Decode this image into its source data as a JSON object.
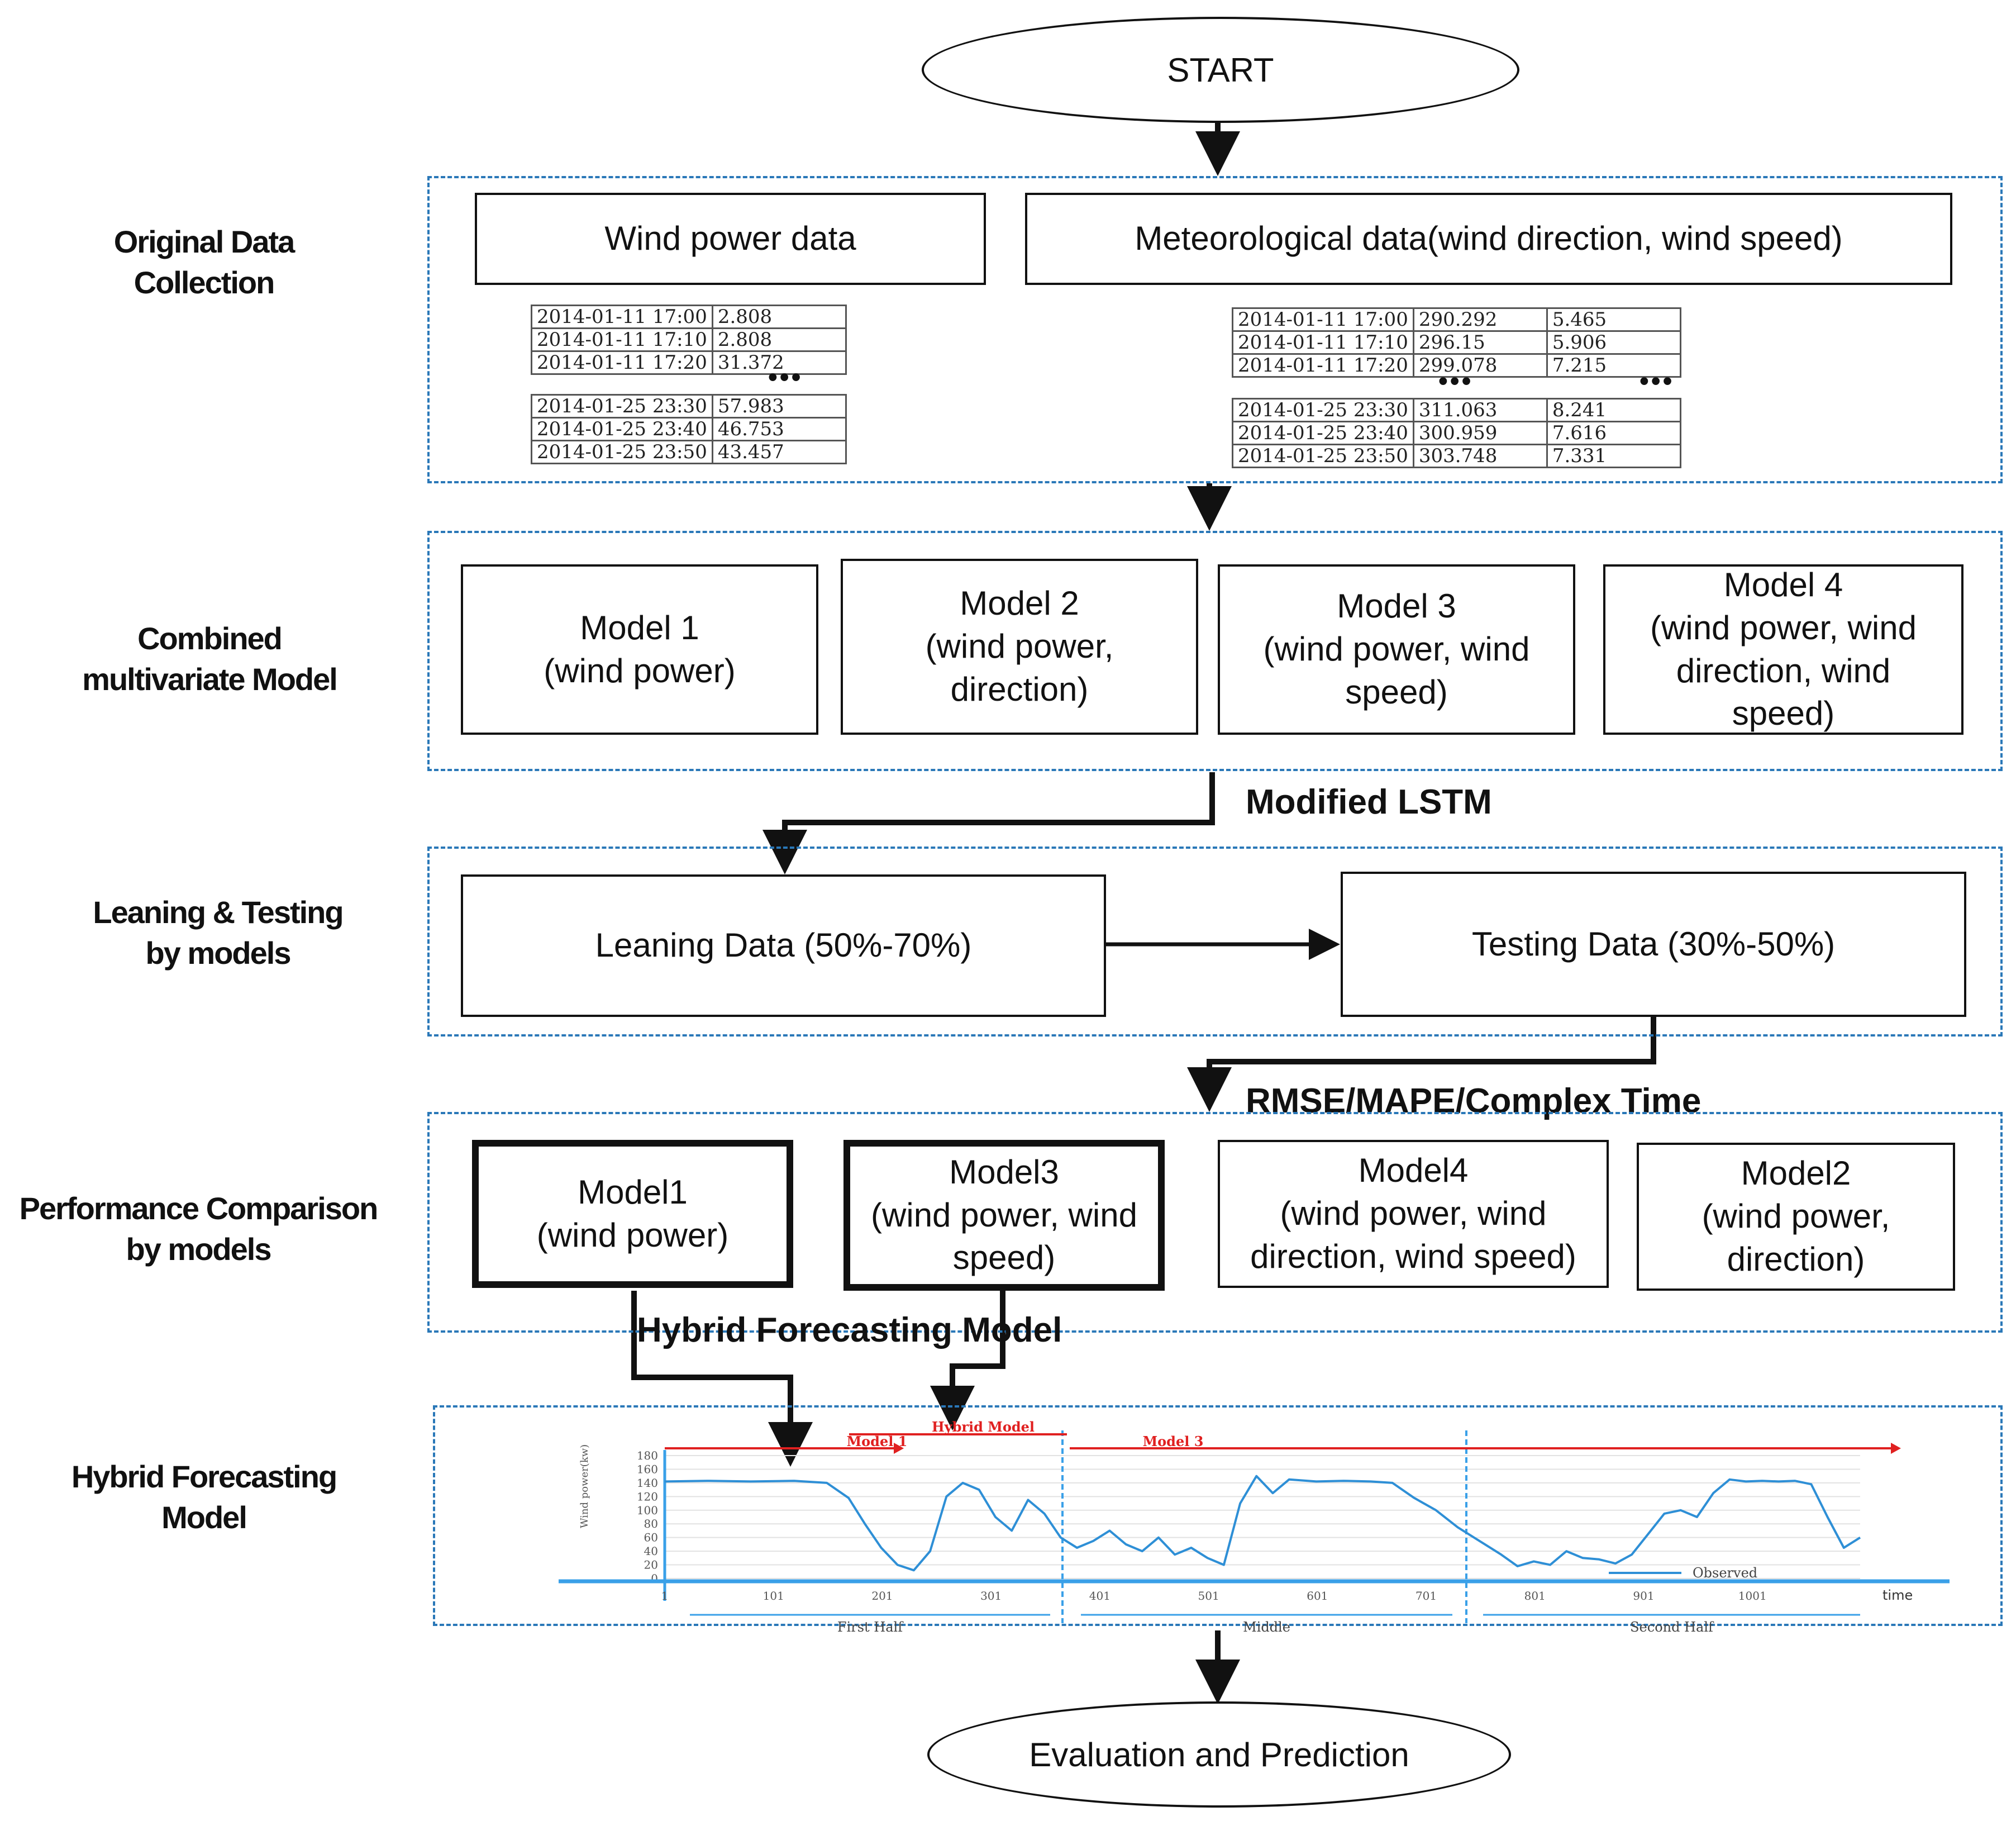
{
  "start": "START",
  "end": "Evaluation and Prediction",
  "stages": {
    "data_collection": "Original Data\nCollection",
    "combined_model": "Combined\nmultivariate Model",
    "learning_testing": "Leaning & Testing\nby models",
    "performance": "Performance Comparison\nby models",
    "hybrid": "Hybrid Forecasting\nModel"
  },
  "data_collection": {
    "wind_power_title": "Wind power data",
    "meteo_title": "Meteorological data(wind direction, wind speed)",
    "wind_power_rows_top": [
      [
        "2014-01-11 17:00",
        "2.808"
      ],
      [
        "2014-01-11 17:10",
        "2.808"
      ],
      [
        "2014-01-11 17:20",
        "31.372"
      ]
    ],
    "wind_power_rows_bottom": [
      [
        "2014-01-25 23:30",
        "57.983"
      ],
      [
        "2014-01-25 23:40",
        "46.753"
      ],
      [
        "2014-01-25 23:50",
        "43.457"
      ]
    ],
    "meteo_rows_top": [
      [
        "2014-01-11 17:00",
        "290.292",
        "5.465"
      ],
      [
        "2014-01-11 17:10",
        "296.15",
        "5.906"
      ],
      [
        "2014-01-11 17:20",
        "299.078",
        "7.215"
      ]
    ],
    "meteo_rows_bottom": [
      [
        "2014-01-25 23:30",
        "311.063",
        "8.241"
      ],
      [
        "2014-01-25 23:40",
        "300.959",
        "7.616"
      ],
      [
        "2014-01-25 23:50",
        "303.748",
        "7.331"
      ]
    ],
    "ellipsis": "•••"
  },
  "models": {
    "m1": "Model 1\n(wind power)",
    "m2": "Model 2\n(wind power,\ndirection)",
    "m3": "Model 3\n(wind power, wind\nspeed)",
    "m4": "Model 4\n(wind power, wind\ndirection, wind\nspeed)"
  },
  "flow_labels": {
    "lstm": "Modified LSTM",
    "metrics": "RMSE/MAPE/Complex Time",
    "hybrid": "Hybrid Forecasting Model"
  },
  "learning": {
    "learn": "Leaning Data (50%-70%)",
    "test": "Testing Data (30%-50%)"
  },
  "performance": {
    "p1": "Model1\n(wind power)",
    "p3": "Model3\n(wind power, wind\nspeed)",
    "p4": "Model4\n(wind power, wind\ndirection, wind speed)",
    "p2": "Model2\n(wind power,\ndirection)"
  },
  "chart_data": {
    "type": "line",
    "ylabel": "Wind power(kw)",
    "xlabel": "time",
    "y_ticks": [
      "0",
      "20",
      "40",
      "60",
      "80",
      "100",
      "120",
      "140",
      "160",
      "180"
    ],
    "x_ticks": [
      "1",
      "101",
      "201",
      "301",
      "401",
      "501",
      "601",
      "701",
      "801",
      "901",
      "1001"
    ],
    "ylim": [
      0,
      180
    ],
    "xlim": [
      1,
      1100
    ],
    "segments": [
      "First Half",
      "Middle",
      "Second Half"
    ],
    "top_labels": [
      "Model 1",
      "Hybrid Model",
      "Model 3"
    ],
    "legend": [
      "Observed"
    ],
    "series": [
      {
        "name": "Observed",
        "x": [
          1,
          40,
          80,
          120,
          150,
          170,
          185,
          200,
          215,
          230,
          245,
          260,
          275,
          290,
          305,
          320,
          335,
          350,
          365,
          380,
          395,
          410,
          425,
          440,
          455,
          470,
          485,
          500,
          515,
          530,
          545,
          560,
          575,
          600,
          625,
          650,
          670,
          690,
          710,
          730,
          750,
          770,
          785,
          800,
          815,
          830,
          845,
          860,
          875,
          890,
          905,
          920,
          935,
          950,
          965,
          980,
          995,
          1010,
          1025,
          1040,
          1055,
          1070,
          1085,
          1100
        ],
        "y": [
          142,
          143,
          142,
          143,
          140,
          118,
          80,
          45,
          20,
          12,
          40,
          120,
          140,
          130,
          90,
          70,
          115,
          95,
          60,
          45,
          55,
          70,
          50,
          40,
          60,
          35,
          45,
          30,
          20,
          110,
          150,
          125,
          145,
          142,
          143,
          142,
          140,
          118,
          100,
          75,
          55,
          35,
          18,
          25,
          20,
          40,
          30,
          28,
          22,
          35,
          65,
          95,
          100,
          90,
          125,
          145,
          142,
          143,
          142,
          143,
          138,
          90,
          45,
          60
        ]
      }
    ],
    "colors": {
      "line": "#2e8fd6",
      "arrows": "#e02020",
      "axis": "#3aa0e8"
    }
  }
}
